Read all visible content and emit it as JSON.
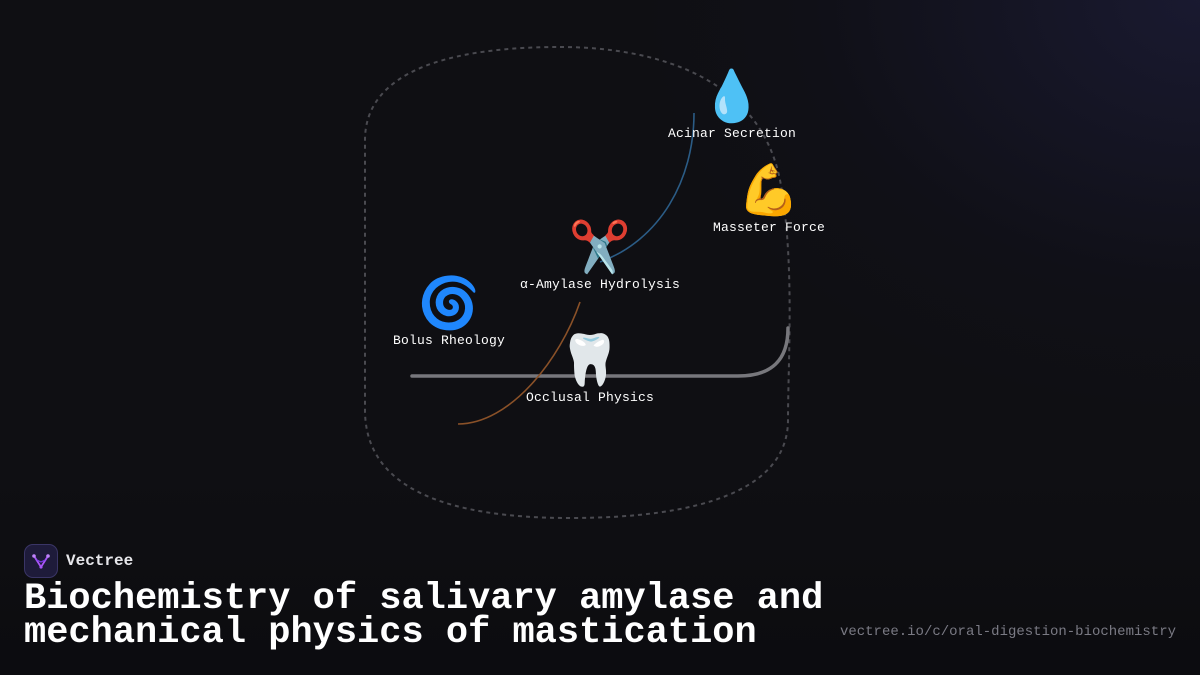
{
  "brand": {
    "name": "Vectree",
    "logo_icon": "vectree-branch-logo-icon"
  },
  "title": "Biochemistry of salivary amylase and mechanical physics of mastication",
  "url": "vectree.io/c/oral-digestion-biochemistry",
  "colors": {
    "background": "#0f0f13",
    "boundary": "#4a4a50",
    "secretion_link": "#2b5c86",
    "force_link": "#77777c",
    "hydrolysis_link": "#8a5128",
    "text": "#ffffff",
    "url": "#7a7a84"
  },
  "nodes": [
    {
      "id": "acinar",
      "glyph": "💧",
      "icon": "water-droplet-icon",
      "label": "Acinar Secretion"
    },
    {
      "id": "masseter",
      "glyph": "💪",
      "icon": "flexed-bicep-icon",
      "label": "Masseter Force"
    },
    {
      "id": "amylase",
      "glyph": "✂️",
      "icon": "scissors-icon",
      "label": "α-Amylase Hydrolysis"
    },
    {
      "id": "bolus",
      "glyph": "🌀",
      "icon": "cyclone-icon",
      "label": "Bolus Rheology"
    },
    {
      "id": "occlusal",
      "glyph": "🦷",
      "icon": "tooth-icon",
      "label": "Occlusal Physics"
    }
  ]
}
